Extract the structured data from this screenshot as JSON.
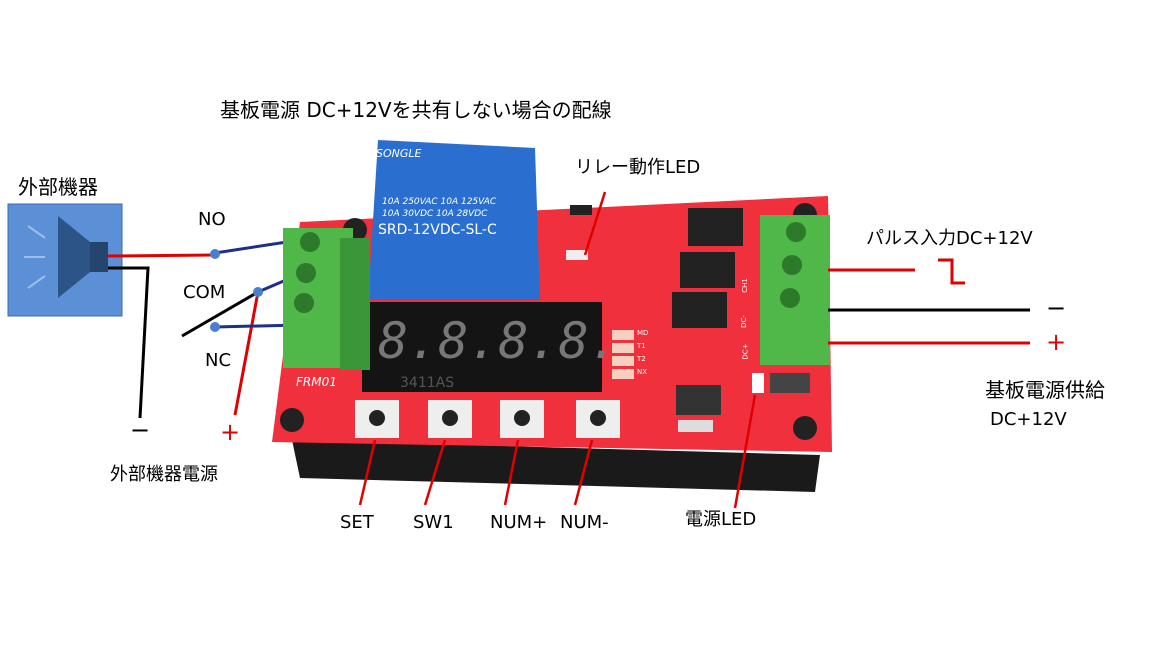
{
  "title": "基板電源 DC+12Vを共有しない場合の配線",
  "external_device": {
    "label": "外部機器",
    "icon": "speaker-icon",
    "power_label": "外部機器電源",
    "minus": "−",
    "plus": "+"
  },
  "relay_terminals": {
    "no": "NO",
    "com": "COM",
    "nc": "NC"
  },
  "relay": {
    "brand": "SONGLE",
    "rating1": "10A 250VAC  10A 125VAC",
    "rating2": "10A 30VDC  10A 28VDC",
    "model": "SRD-12VDC-SL-C"
  },
  "display": {
    "digits": "8.8.8.8.",
    "part": "3411AS"
  },
  "board": {
    "name": "FRM01",
    "mode_leds": [
      "MD",
      "T1",
      "T2",
      "NX"
    ],
    "power_pins": [
      "CH1",
      "DC-",
      "DC+"
    ]
  },
  "callouts": {
    "relay_led": "リレー動作LED",
    "power_led": "電源LED"
  },
  "buttons": [
    "SET",
    "SW1",
    "NUM+",
    "NUM-"
  ],
  "right_side": {
    "pulse_input": "パルス入力DC+12V",
    "minus": "−",
    "plus": "+",
    "supply": "基板電源供給",
    "supply_voltage": "DC+12V"
  },
  "colors": {
    "pcb": "#f0303c",
    "relay": "#2a6fd0",
    "terminal": "#4fb848",
    "wire_red": "#e00000",
    "wire_blue": "#1c2f8a",
    "device_box": "#5b8fd6"
  }
}
